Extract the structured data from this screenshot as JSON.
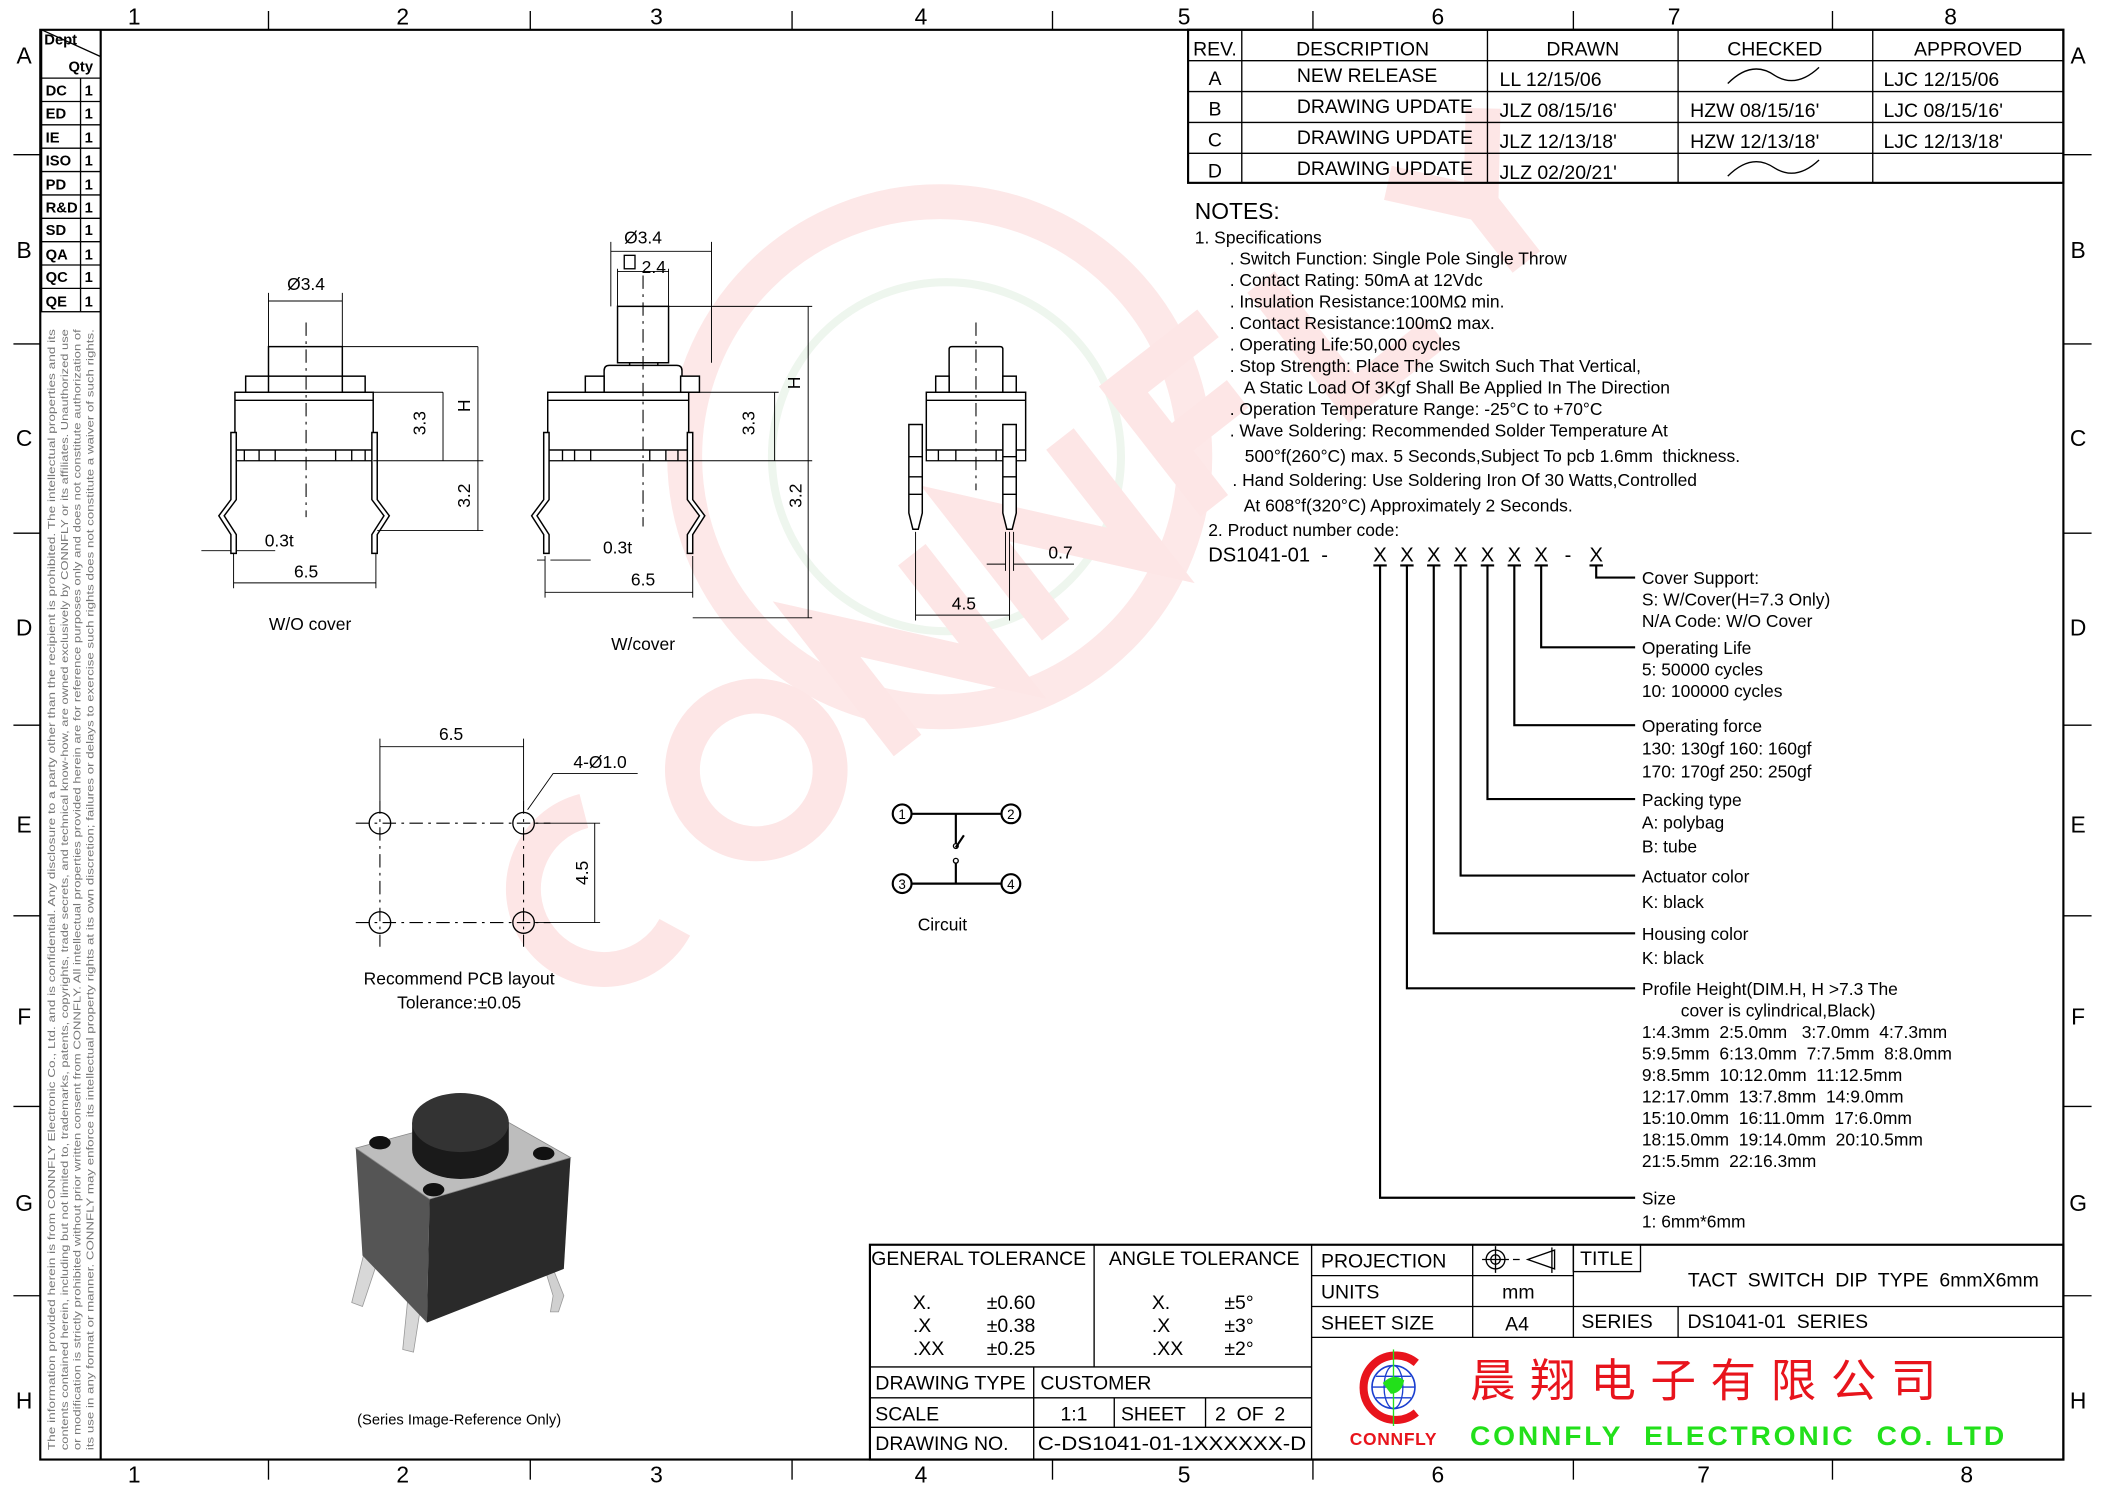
{
  "frame": {
    "columns": [
      "1",
      "2",
      "3",
      "4",
      "5",
      "6",
      "7",
      "8"
    ],
    "rows": [
      "A",
      "B",
      "C",
      "D",
      "E",
      "F",
      "G",
      "H"
    ]
  },
  "dept_table": {
    "header_dept": "Dept",
    "header_qty": "Qty",
    "rows": [
      {
        "dept": "DC",
        "qty": "1"
      },
      {
        "dept": "ED",
        "qty": "1"
      },
      {
        "dept": "IE",
        "qty": "1"
      },
      {
        "dept": "ISO",
        "qty": "1"
      },
      {
        "dept": "PD",
        "qty": "1"
      },
      {
        "dept": "R&D",
        "qty": "1"
      },
      {
        "dept": "SD",
        "qty": "1"
      },
      {
        "dept": "QA",
        "qty": "1"
      },
      {
        "dept": "QC",
        "qty": "1"
      },
      {
        "dept": "QE",
        "qty": "1"
      }
    ]
  },
  "disclaimer": [
    "The information provided herein is from CONNFLY Electronic Co., Ltd. and is confidential. Any disclosure to a party other than the recipient is prohibited. The intellectual properties and its",
    "contents contained herein, including but not limited to, trademarks, patents, copyrights, trade secrets, and technical know-how, are owned exclusively by CONNFLY or its affiliates. Unauthorized use",
    "or modification is strictly prohibited without prior written consent from CONNFLY. All intellectual properties provided herein are for reference purposes only and does not constitute authorization of",
    "its use in any format or manner. CONNFLY may enforce its intellectual property rights at its own discretion; failures or delays to exercise such rights does not constitute a waiver of such rights."
  ],
  "revision_table": {
    "headers": [
      "REV.",
      "DESCRIPTION",
      "DRAWN",
      "CHECKED",
      "APPROVED"
    ],
    "rows": [
      {
        "rev": "A",
        "description": "NEW  RELEASE",
        "drawn": "LL  12/15/06",
        "checked": "",
        "approved": "LJC  12/15/06"
      },
      {
        "rev": "B",
        "description": "DRAWING  UPDATE",
        "drawn": "JLZ  08/15/16'",
        "checked": "HZW  08/15/16'",
        "approved": "LJC  08/15/16'"
      },
      {
        "rev": "C",
        "description": "DRAWING  UPDATE",
        "drawn": "JLZ  12/13/18'",
        "checked": "HZW  12/13/18'",
        "approved": "LJC  12/13/18'"
      },
      {
        "rev": "D",
        "description": "DRAWING  UPDATE",
        "drawn": "JLZ  02/20/21'",
        "checked": "",
        "approved": ""
      }
    ]
  },
  "notes": {
    "title": "NOTES:",
    "section1": "1. Specifications",
    "spec": [
      ". Switch Function: Single Pole Single Throw",
      ". Contact Rating: 50mA at 12Vdc",
      ". Insulation Resistance:100MΩ min.",
      ". Contact Resistance:100mΩ max.",
      ". Operating Life:50,000 cycles",
      ". Stop Strength: Place The Switch Such That Vertical,",
      "  A Static Load Of 3Kgf Shall Be Applied In The Direction",
      ". Operation Temperature Range: -25°C to +70°C",
      ". Wave Soldering: Recommended Solder Temperature At",
      "  500°f(260°C) max. 5 Seconds,Subject To pcb 1.6mm  thickness.",
      ". Hand Soldering: Use Soldering Iron Of 30 Watts,Controlled",
      "  At 608°f(320°C) Approximately 2 Seconds."
    ],
    "section2": "2. Product number code:",
    "code_prefix": "DS1041-01  -",
    "code_slots": [
      "X",
      "X",
      "X",
      "X",
      "X",
      "X",
      "X"
    ],
    "code_sep": "-",
    "code_last": "X"
  },
  "code_legend": {
    "cover_support": [
      "Cover Support:",
      "S: W/Cover(H=7.3 Only)",
      "N/A Code: W/O Cover"
    ],
    "operating_life": [
      "Operating Life",
      "5: 50000 cycles",
      "10: 100000 cycles"
    ],
    "operating_force": [
      "Operating force",
      "130: 130gf  160: 160gf",
      "170: 170gf  250: 250gf"
    ],
    "packing_type": [
      "Packing type",
      "A: polybag",
      "B: tube"
    ],
    "actuator_color": [
      "Actuator color",
      "K: black"
    ],
    "housing_color": [
      "Housing color",
      "K: black"
    ],
    "profile_height": [
      "Profile Height(DIM.H, H >7.3 The",
      "cover is cylindrical,Black)",
      "1:4.3mm  2:5.0mm   3:7.0mm  4:7.3mm",
      "5:9.5mm  6:13.0mm  7:7.5mm  8:8.0mm",
      "9:8.5mm  10:12.0mm  11:12.5mm",
      "12:17.0mm  13:7.8mm  14:9.0mm",
      "15:10.0mm  16:11.0mm  17:6.0mm",
      "18:15.0mm  19:14.0mm  20:10.5mm",
      "21:5.5mm  22:16.3mm"
    ],
    "size": [
      "Size",
      "1: 6mm*6mm"
    ]
  },
  "views": {
    "wo_cover": {
      "label": "W/O cover",
      "dia": "Ø3.4",
      "h": "H",
      "d33": "3.3",
      "d32": "3.2",
      "t": "0.3t",
      "w": "6.5"
    },
    "w_cover": {
      "label": "W/cover",
      "dia": "Ø3.4",
      "sq": "2.4",
      "h": "H",
      "d33": "3.3",
      "d32": "3.2",
      "t": "0.3t",
      "w": "6.5"
    },
    "side": {
      "pin": "0.7",
      "pitch": "4.5"
    },
    "pcb": {
      "w": "6.5",
      "holes": "4-Ø1.0",
      "h": "4.5",
      "label": "Recommend PCB layout",
      "tolerance": "Tolerance:±0.05"
    },
    "circuit": {
      "label": "Circuit",
      "pins": [
        "1",
        "2",
        "3",
        "4"
      ]
    },
    "photo_caption": "(Series Image-Reference Only)"
  },
  "title_block": {
    "general_tolerance": {
      "label": "GENERAL  TOLERANCE",
      "rows": [
        [
          "X.",
          "±0.60"
        ],
        [
          ".X",
          "±0.38"
        ],
        [
          ".XX",
          "±0.25"
        ]
      ]
    },
    "angle_tolerance": {
      "label": "ANGLE  TOLERANCE",
      "rows": [
        [
          "X.",
          "±5°"
        ],
        [
          ".X",
          "±3°"
        ],
        [
          ".XX",
          "±2°"
        ]
      ]
    },
    "projection_label": "PROJECTION",
    "units_label": "UNITS",
    "units": "mm",
    "sheet_size_label": "SHEET  SIZE",
    "sheet_size": "A4",
    "title_label": "TITLE",
    "title": "TACT  SWITCH  DIP  TYPE  6mmX6mm",
    "series_label": "SERIES",
    "series": "DS1041-01  SERIES",
    "drawing_type_label": "DRAWING  TYPE",
    "drawing_type": "CUSTOMER",
    "scale_label": "SCALE",
    "scale": "1:1",
    "sheet_label": "SHEET",
    "sheet": "2  OF  2",
    "drawing_no_label": "DRAWING  NO.",
    "drawing_no": "C-DS1041-01-1XXXXXX-D",
    "company_cn": "晨 翔 电 子 有 限 公 司",
    "company_en": "CONNFLY  ELECTRONIC  CO. LTD",
    "brand": "CONNFLY"
  },
  "colors": {
    "brand_red": "#e8141c",
    "brand_green": "#22e01a",
    "logo_blue": "#1a3fd0",
    "watermark": "#fbe3e3"
  }
}
